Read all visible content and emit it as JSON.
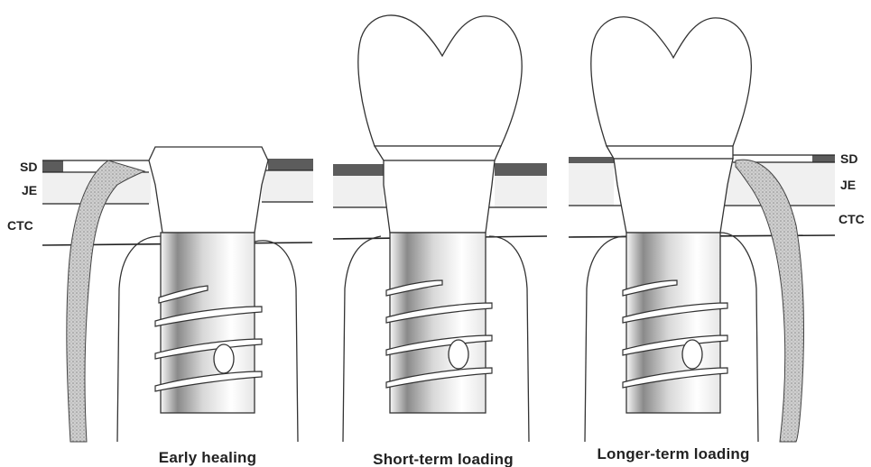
{
  "side_labels": {
    "sd": "SD",
    "je": "JE",
    "ctc": "CTC"
  },
  "panels": [
    {
      "caption": "Early healing",
      "crown": false
    },
    {
      "caption": "Short-term loading",
      "crown": true
    },
    {
      "caption": "Longer-term loading",
      "crown": true
    }
  ],
  "colors": {
    "outline": "#333333",
    "bone_stipple": "#b9b9b9",
    "sulcular_epithelium": "#5c5c5c",
    "junctional_epithelium": "#f0f0f0",
    "line": "#222222"
  },
  "icons": {
    "implant": "threaded-dental-implant",
    "crown": "molar-crown",
    "bone": "alveolar-bone-outline"
  }
}
